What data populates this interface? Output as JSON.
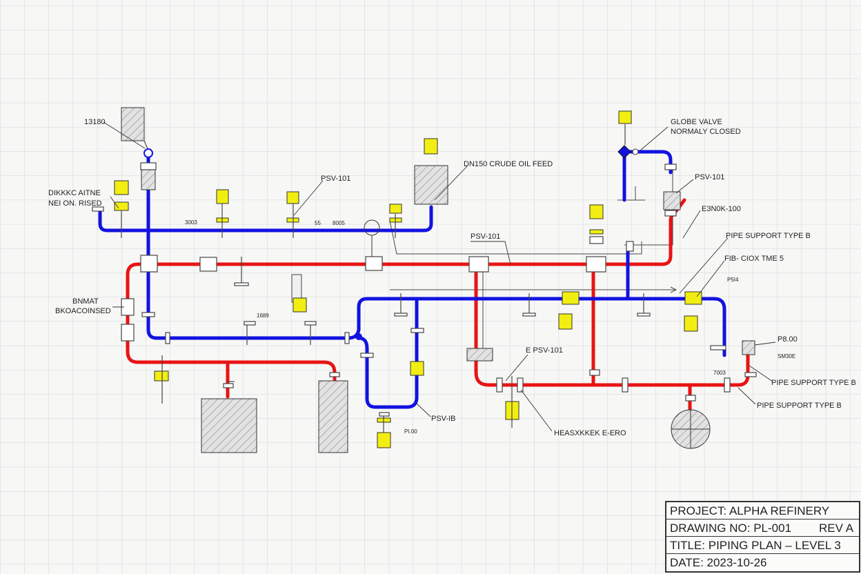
{
  "annotations": {
    "tag_1310": "13180",
    "psv_101_a": "PSV-101",
    "feed_line": "DN150 CRUDE OIL FEED",
    "globe_valve_l1": "GLOBE VALVE",
    "globe_valve_l2": "NORMALY CLOSED",
    "psv_101_b": "PSV-101",
    "tag_e3": "E3N0K-100",
    "left_note_l1": "DIKKKC AITNE",
    "left_note_l2": "NEI ON. RISED",
    "dim_3003": "3003",
    "dim_55": "55",
    "dim_8005": "8005",
    "psv_101_c": "PSV-101",
    "pipe_support_1": "PIPE SUPPORT TYPE B",
    "tag_fb": "FIB- CIOX TME 5",
    "tag_p5": "P5I4",
    "bnmat_l1": "BNMAT",
    "bnmat_l2": "BKOACOINSED",
    "dim_1689": "1689",
    "e_psv": "E PSV-101",
    "tag_p800": "P8.00",
    "tag_sm": "SM30E",
    "pipe_support_2": "PIPE SUPPORT TYPE B",
    "pipe_support_3": "PIPE SUPPORT TYPE B",
    "dim_7003": "7003",
    "psv_ib": "PSV-IB",
    "tag_pi00": "PI.00",
    "heat_exchanger": "HEASXKKEK E-ERO"
  },
  "title_block": {
    "project": "PROJECT: ALPHA REFINERY",
    "drawing_no": "DRAWING NO: PL-001",
    "rev": "REV A",
    "title": "TITLE: PIPING PLAN – LEVEL 3",
    "date": "DATE: 2023-10-26"
  },
  "colors": {
    "grid": "#d2d4d8",
    "pipe_blue": "#1212e0",
    "pipe_red": "#e81414",
    "valve_yellow": "#f2ee12",
    "line_dark": "#333333"
  },
  "icons": [
    "pressure-gauge-icon",
    "globe-valve-icon",
    "pump-icon",
    "vessel-icon"
  ]
}
